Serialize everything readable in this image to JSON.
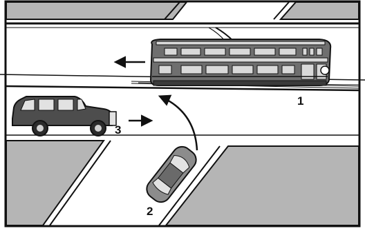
{
  "colors": {
    "background": "#ffffff",
    "sidewalk": "#b5b5b5",
    "line": "#111111",
    "tram_body": "#6f6f6f",
    "tram_light": "#d9d9d9",
    "car_body": "#4d4d4d",
    "car_window": "#e2e2e2",
    "sedan_body": "#8c8c8c"
  },
  "labels": {
    "tram": "1",
    "car_from_south": "2",
    "car_from_west": "3"
  },
  "icons": {
    "tram": "tram-icon",
    "suv": "suv-car-icon",
    "sedan": "sedan-car-icon"
  }
}
